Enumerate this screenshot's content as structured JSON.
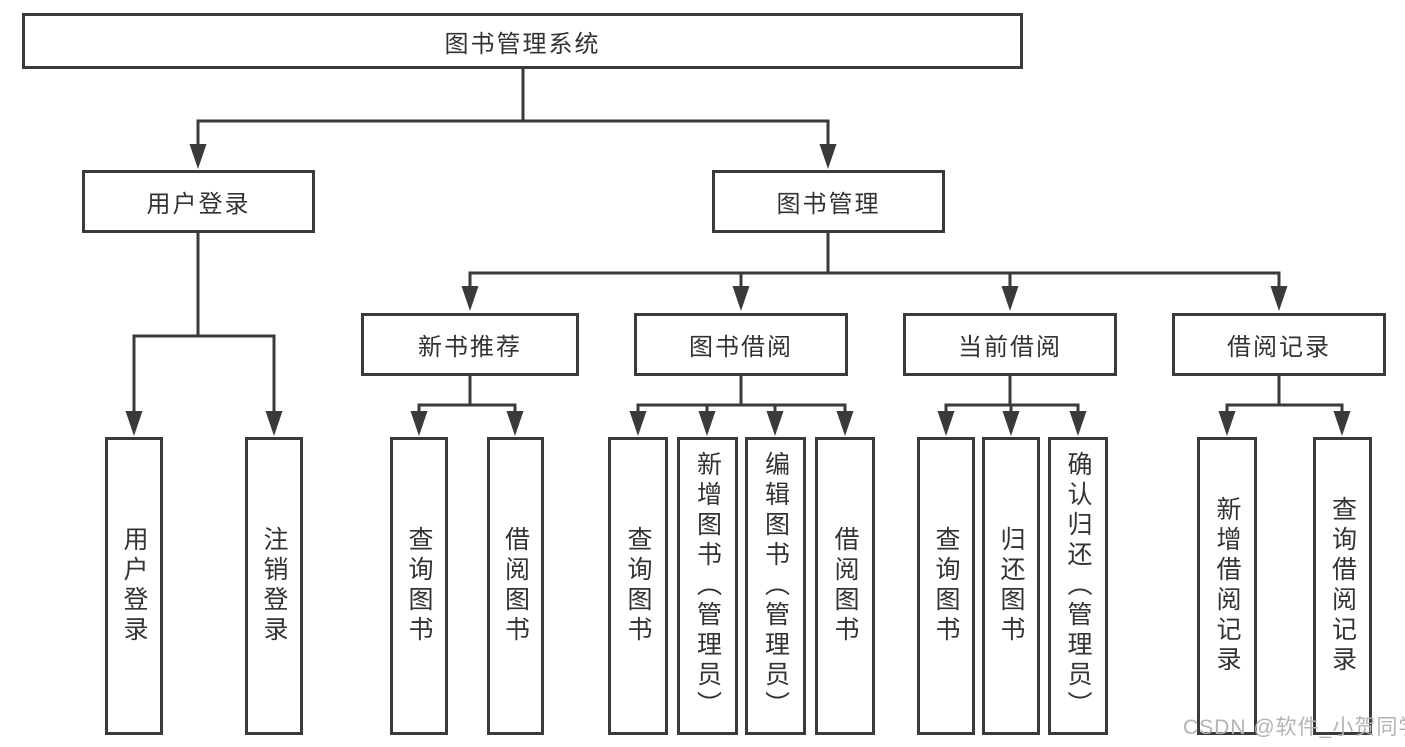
{
  "tree": {
    "root": "图书管理系统",
    "branches": [
      {
        "label": "用户登录",
        "children": [
          "用户登录",
          "注销登录"
        ]
      },
      {
        "label": "图书管理",
        "sections": [
          {
            "label": "新书推荐",
            "children": [
              "查询图书",
              "借阅图书"
            ]
          },
          {
            "label": "图书借阅",
            "children": [
              "查询图书",
              "新增图书（管理员）",
              "编辑图书（管理员）",
              "借阅图书"
            ]
          },
          {
            "label": "当前借阅",
            "children": [
              "查询图书",
              "归还图书",
              "确认归还（管理员）"
            ]
          },
          {
            "label": "借阅记录",
            "children": [
              "新增借阅记录",
              "查询借阅记录"
            ]
          }
        ]
      }
    ]
  },
  "watermark": "CSDN @软件_小贺同学",
  "colors": {
    "line": "#3a3a3a",
    "text": "#333333",
    "background": "#ffffff",
    "watermark": "#b3b3b3"
  }
}
